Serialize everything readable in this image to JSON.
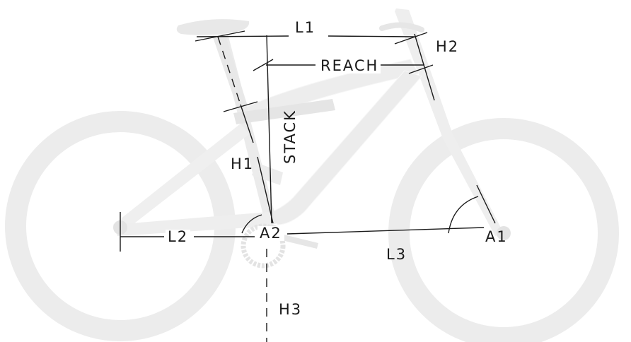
{
  "labels": {
    "l1": "L1",
    "l2": "L2",
    "l3": "L3",
    "h1": "H1",
    "h2": "H2",
    "h3": "H3",
    "a1": "A1",
    "a2": "A2",
    "reach": "REACH",
    "stack": "STACK"
  },
  "colors": {
    "wheel": "#ececec",
    "frame": "#e9e9e9",
    "measure": "#1a1a1a",
    "background": "#ffffff"
  }
}
